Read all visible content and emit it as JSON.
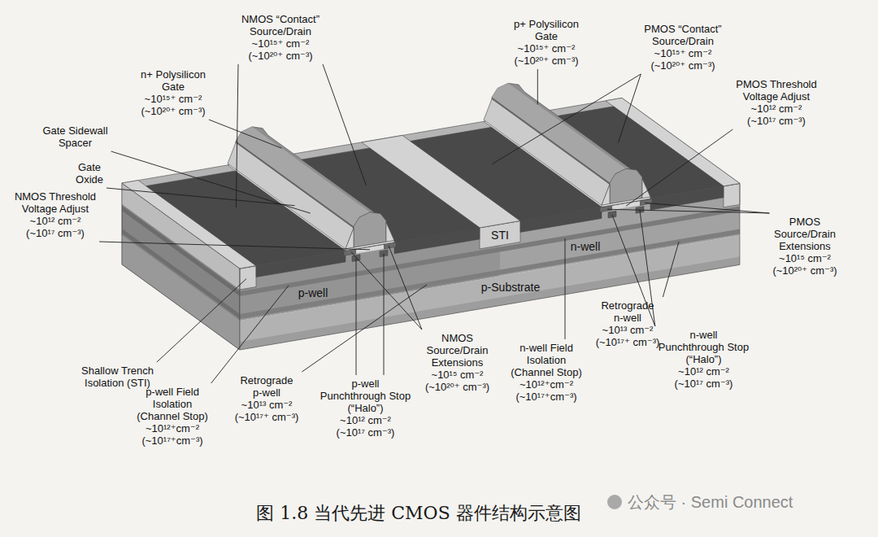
{
  "diagram": {
    "caption": "图 1.8 当代先进 CMOS 器件结构示意图",
    "labels": [
      "NMOS “Contact” Source/Drain",
      "~10¹⁵⁺ cm⁻²",
      "(~10²⁰⁺ cm⁻³)",
      "n+ Polysilicon Gate",
      "~10¹⁵⁺ cm⁻²",
      "(~10²⁰⁺ cm⁻³)",
      "p+ Polysilicon Gate",
      "~10¹⁵⁺ cm⁻²",
      "(~10²⁰⁺ cm⁻³)",
      "PMOS “Contact” Source/Drain",
      "~10¹⁵⁺ cm⁻²",
      "(~10²⁰⁺ cm⁻³)",
      "PMOS Threshold Voltage Adjust",
      "~10¹² cm⁻²",
      "(~10¹⁷ cm⁻³)",
      "Gate Sidewall Spacer",
      "Gate Oxide",
      "NMOS Threshold Voltage Adjust",
      "~10¹² cm⁻²",
      "(~10¹⁷ cm⁻³)",
      "PMOS Source/Drain Extensions",
      "~10¹⁵ cm⁻²",
      "(~10²⁰⁺ cm⁻³)",
      "Shallow Trench Isolation (STI)",
      "p-well Field Isolation (Channel Stop)",
      "~10¹²⁺cm⁻²",
      "(~10¹⁷⁺cm⁻³)",
      "Retrograde p-well",
      "~10¹³ cm⁻²",
      "(~10¹⁷⁺ cm⁻³)",
      "p-well Punchthrough Stop (“Halo”)",
      "~10¹² cm⁻²",
      "(~10¹⁷ cm⁻³)",
      "NMOS Source/Drain Extensions",
      "~10¹⁵ cm⁻²",
      "(~10²⁰⁺ cm⁻³)",
      "n-well Field Isolation (Channel Stop)",
      "~10¹²⁺cm⁻²",
      "(~10¹⁷⁺cm⁻³)",
      "Retrograde n-well",
      "~10¹³ cm⁻²",
      "(~10¹⁷⁺ cm⁻³)",
      "n-well Punchthrough Stop (“Halo”)",
      "~10¹² cm⁻²",
      "(~10¹⁷ cm⁻³)",
      "STI",
      "p-well",
      "n-well",
      "p-Substrate",
      "公众号 · Semi Connect"
    ]
  }
}
